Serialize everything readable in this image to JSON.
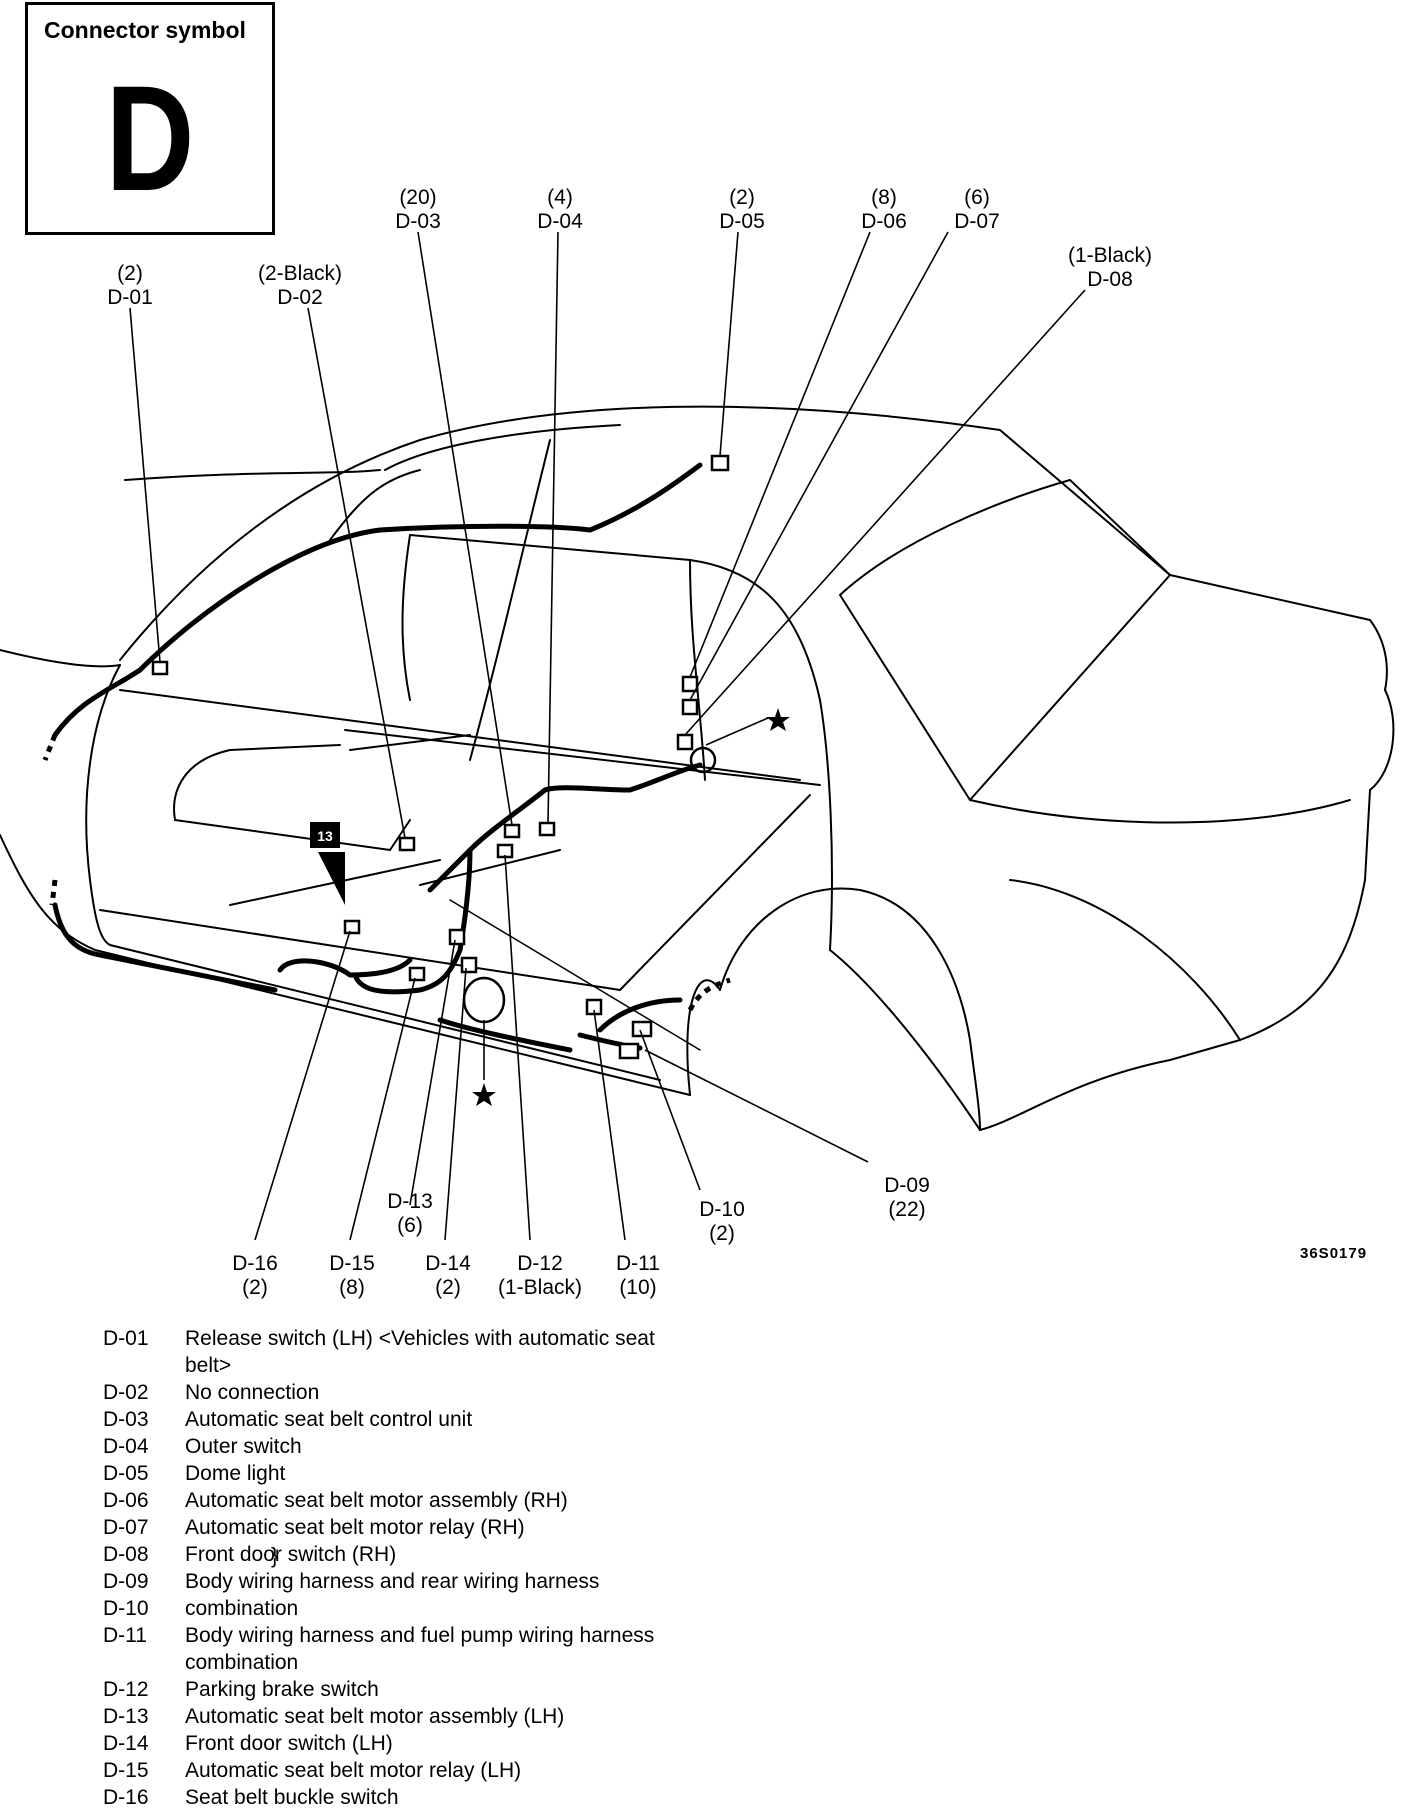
{
  "header": {
    "title": "Connector symbol",
    "letter": "D"
  },
  "figure_code": "36S0179",
  "callouts": [
    {
      "code": "D-01",
      "pins": "(2)"
    },
    {
      "code": "D-02",
      "pins": "(2-Black)"
    },
    {
      "code": "D-03",
      "pins": "(20)"
    },
    {
      "code": "D-04",
      "pins": "(4)"
    },
    {
      "code": "D-05",
      "pins": "(2)"
    },
    {
      "code": "D-06",
      "pins": "(8)"
    },
    {
      "code": "D-07",
      "pins": "(6)"
    },
    {
      "code": "D-08",
      "pins": "(1-Black)"
    },
    {
      "code": "D-09",
      "pins": "(22)"
    },
    {
      "code": "D-10",
      "pins": "(2)"
    },
    {
      "code": "D-11",
      "pins": "(10)"
    },
    {
      "code": "D-12",
      "pins": "(1-Black)"
    },
    {
      "code": "D-13",
      "pins": "(6)"
    },
    {
      "code": "D-14",
      "pins": "(2)"
    },
    {
      "code": "D-15",
      "pins": "(8)"
    },
    {
      "code": "D-16",
      "pins": "(2)"
    }
  ],
  "marker_label": "13",
  "legend": [
    {
      "code": "D-01",
      "text": "Release switch (LH) <Vehicles with automatic seat",
      "cont": "belt>"
    },
    {
      "code": "D-02",
      "text": "No connection"
    },
    {
      "code": "D-03",
      "text": "Automatic seat belt control unit"
    },
    {
      "code": "D-04",
      "text": "Outer switch"
    },
    {
      "code": "D-05",
      "text": "Dome light"
    },
    {
      "code": "D-06",
      "text": "Automatic seat belt motor assembly (RH)"
    },
    {
      "code": "D-07",
      "text": "Automatic seat belt motor relay (RH)"
    },
    {
      "code": "D-08",
      "text": "Front door switch (RH)"
    },
    {
      "code": "D-09",
      "text": "Body wiring harness and rear wiring harness"
    },
    {
      "code": "D-10",
      "text": "combination"
    },
    {
      "code": "D-11",
      "text": "Body wiring harness and fuel pump wiring harness",
      "cont": "combination"
    },
    {
      "code": "D-12",
      "text": "Parking brake switch"
    },
    {
      "code": "D-13",
      "text": "Automatic seat belt motor assembly (LH)"
    },
    {
      "code": "D-14",
      "text": "Front door switch (LH)"
    },
    {
      "code": "D-15",
      "text": "Automatic seat belt motor relay (LH)"
    },
    {
      "code": "D-16",
      "text": "Seat belt buckle switch"
    }
  ],
  "brace": "}"
}
